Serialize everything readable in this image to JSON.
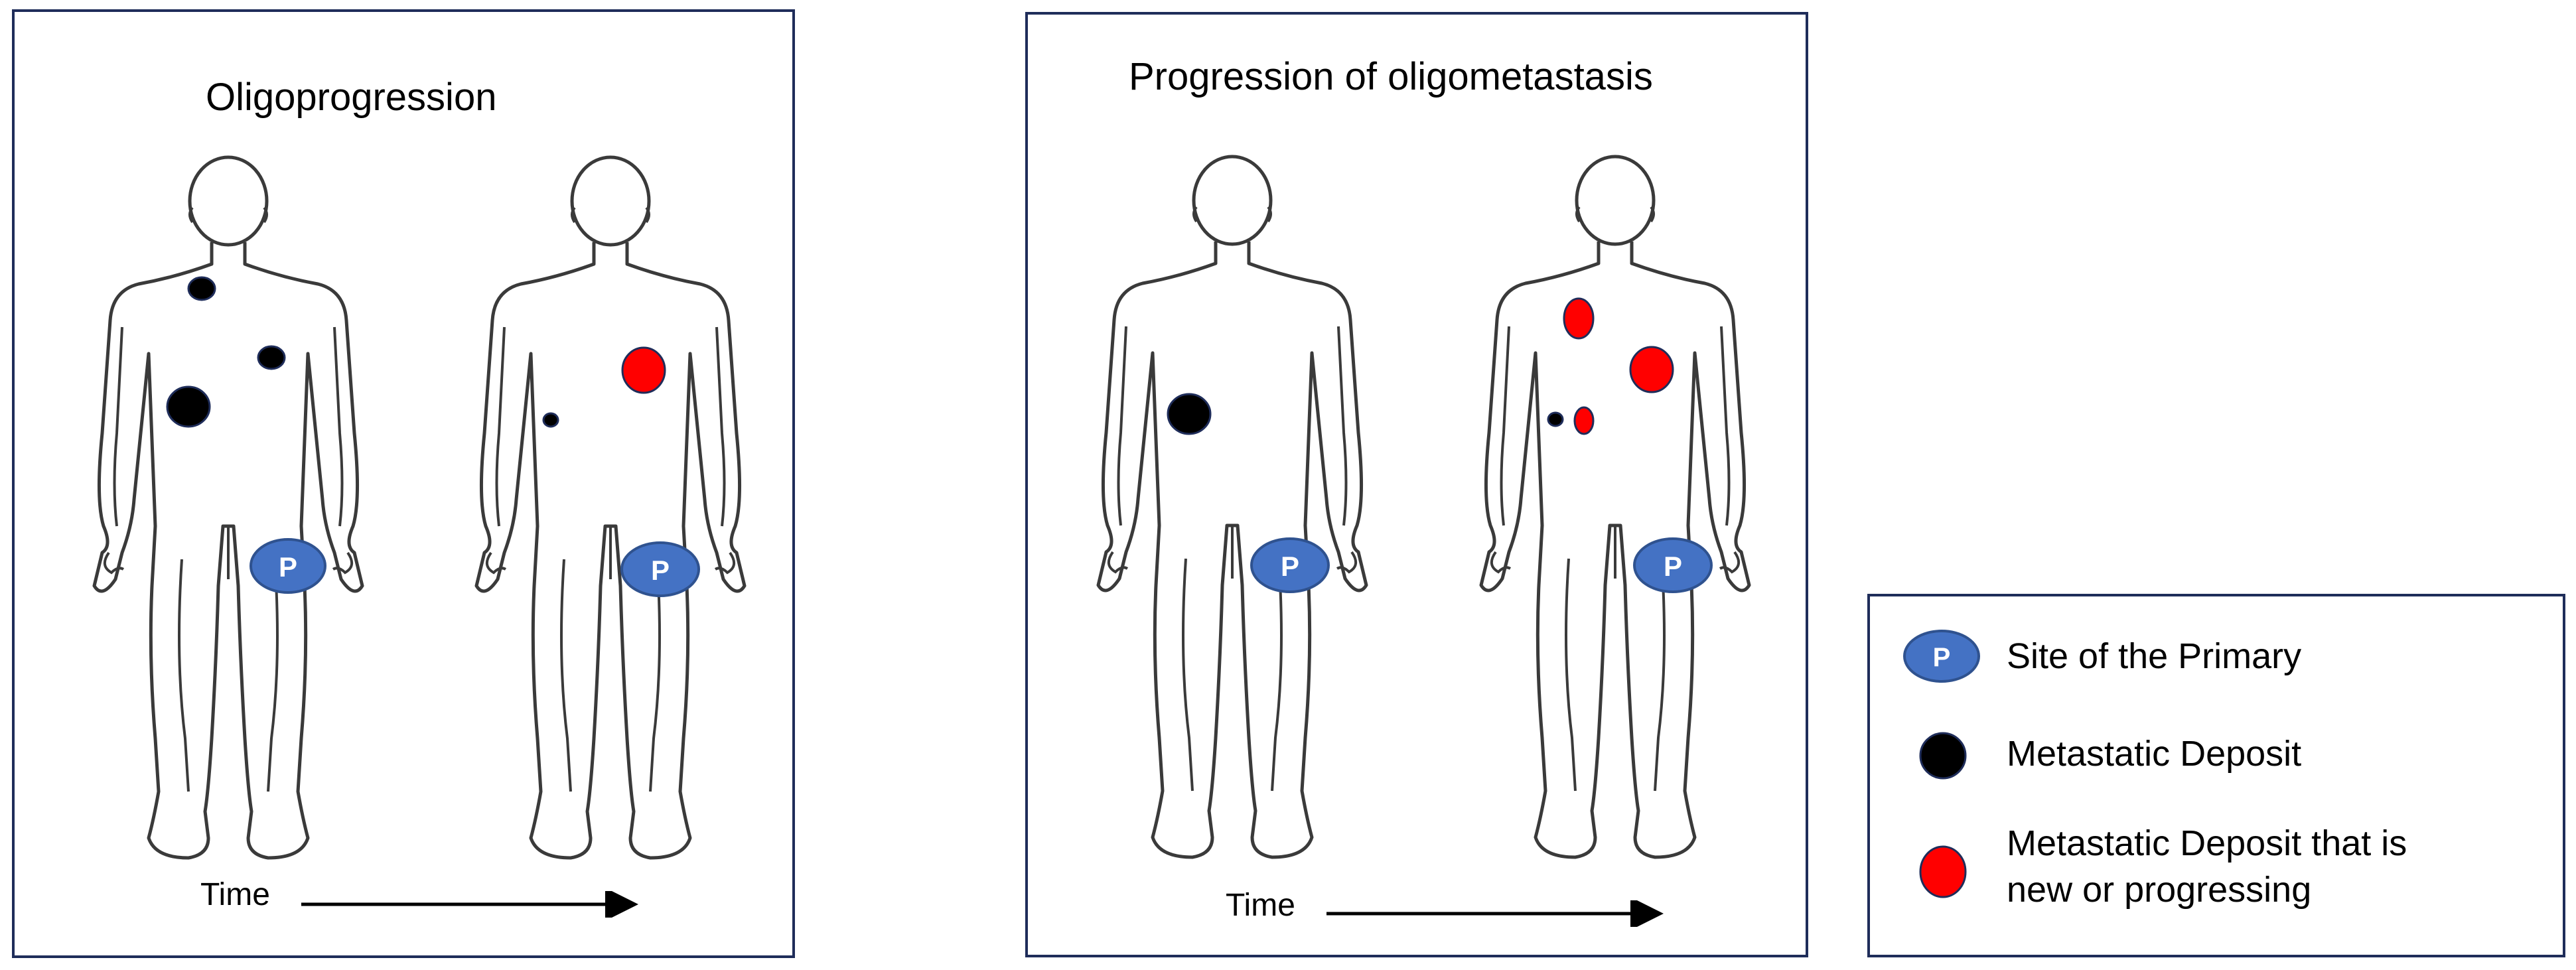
{
  "panels": {
    "left": {
      "title": "Oligoprogression",
      "time_label": "Time"
    },
    "middle": {
      "title": "Progression of oligometastasis",
      "time_label": "Time"
    }
  },
  "primary_marker_label": "P",
  "legend": {
    "primary": "Site of the Primary",
    "metastatic": "Metastatic Deposit",
    "new_line1": "Metastatic Deposit that is",
    "new_line2": "new or progressing"
  },
  "colors": {
    "frame": "#1f2d5a",
    "primary_fill": "#4472c4",
    "primary_stroke": "#2f528f",
    "metastatic": "#000000",
    "new_progressing": "#ff0000"
  }
}
